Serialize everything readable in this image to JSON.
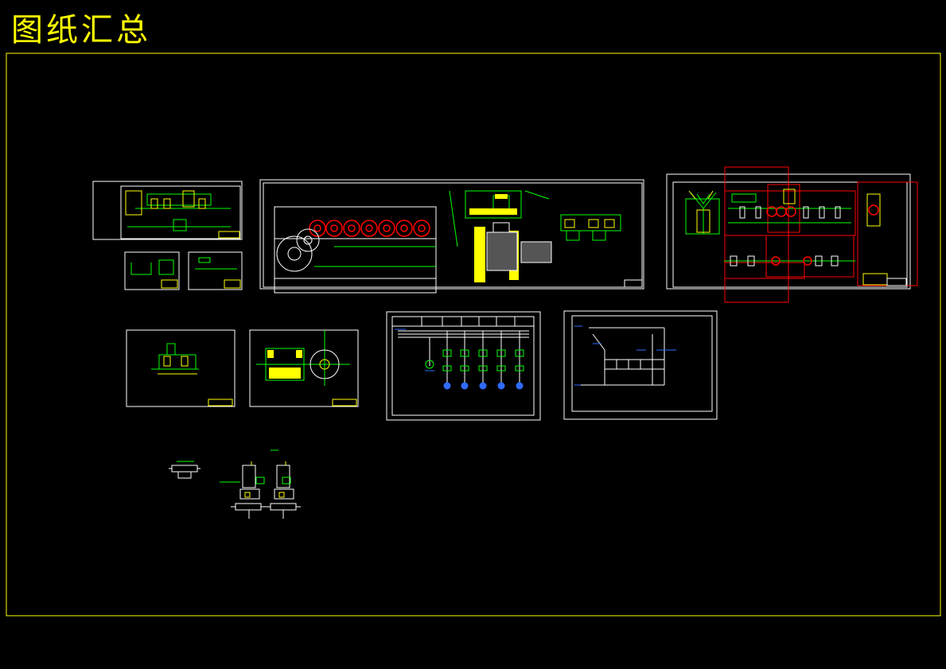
{
  "page_title": "图纸汇总",
  "colors": {
    "background": "#000000",
    "frame": "#ffff00",
    "line": "#ffffff",
    "green": "#00ff00",
    "yellow": "#ffff00",
    "red": "#ff0000",
    "blue": "#2f6bff"
  },
  "sheets": [
    "layout-overview-small",
    "detail-sheet-a",
    "detail-sheet-b",
    "roller-assembly-sheet",
    "main-assembly-sheet",
    "part-drawing-a",
    "part-drawing-b",
    "electrical-schematic-a",
    "electrical-schematic-b",
    "loose-valve-details"
  ]
}
